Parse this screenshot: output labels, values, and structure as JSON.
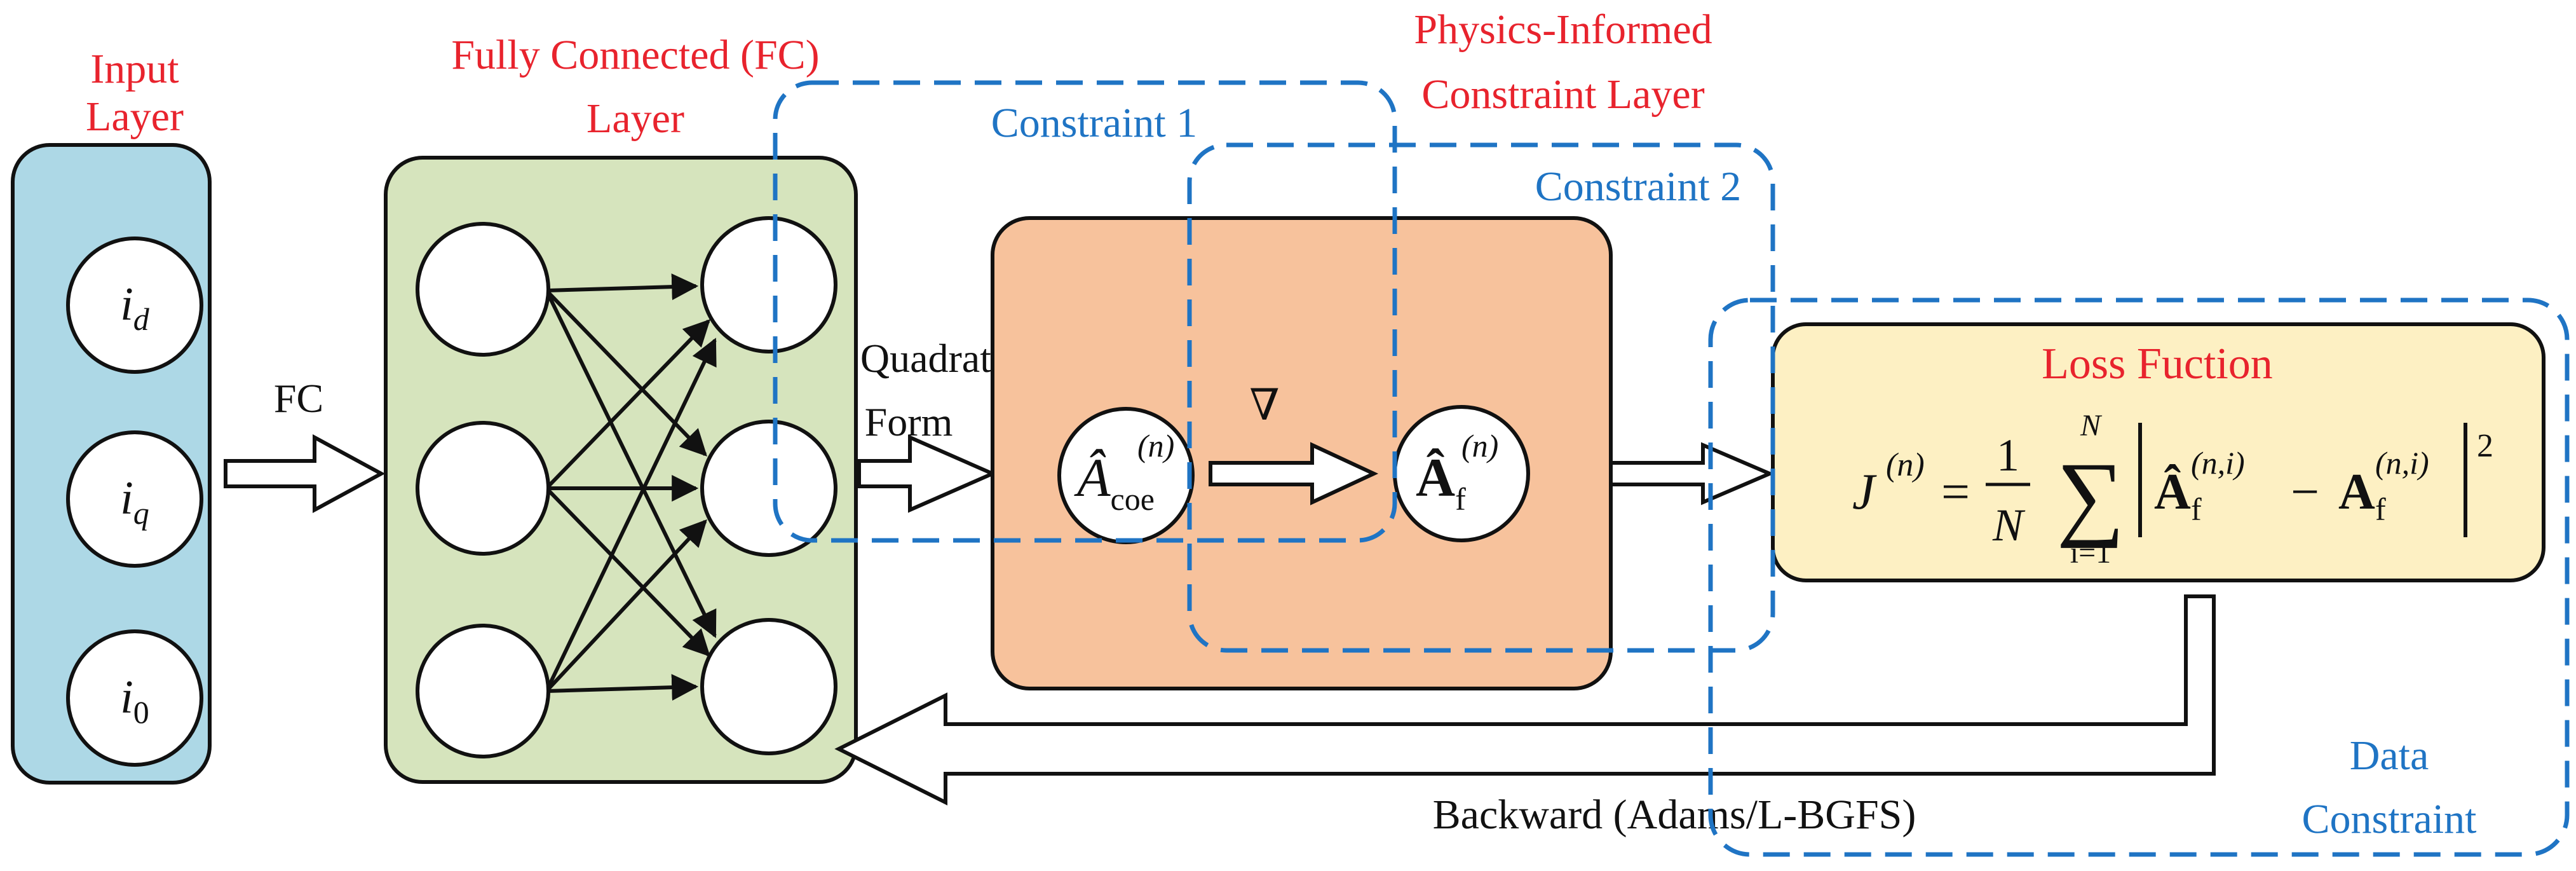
{
  "labels": {
    "input_layer_line1": "Input",
    "input_layer_line2": "Layer",
    "fc_layer_line1": "Fully Connected (FC)",
    "fc_layer_line2": "Layer",
    "physics_line1": "Physics-Informed",
    "physics_line2": "Constraint Layer",
    "constraint1": "Constraint 1",
    "constraint2": "Constraint 2",
    "data_constraint_line1": "Data",
    "data_constraint_line2": "Constraint",
    "fc_arrow": "FC",
    "quadratic_line1": "Quadratic",
    "quadratic_line2": "Form",
    "nabla": "∇",
    "loss_title": "Loss Fuction",
    "backward": "Backward (Adams/L-BGFS)"
  },
  "inputs": [
    {
      "var": "i",
      "sub": "d"
    },
    {
      "var": "i",
      "sub": "q"
    },
    {
      "var": "i",
      "sub": "0"
    }
  ],
  "node_a": {
    "sym": "Â",
    "sub": "coe",
    "sup": "(n)"
  },
  "node_f": {
    "sym": "Â",
    "sub": "f",
    "sup": "(n)"
  },
  "loss_formula": {
    "lhs": "J",
    "lhs_sup": "(n)",
    "eq": "=",
    "frac_num": "1",
    "frac_den": "N",
    "sigma": "∑",
    "sum_top": "N",
    "sum_bottom": "i=1",
    "term1": "Â",
    "term1_sub": "f",
    "term1_sup": "(n,i)",
    "minus": "−",
    "term2": "A",
    "term2_sub": "f",
    "term2_sup": "(n,i)",
    "power": "2"
  },
  "colors": {
    "input_fill": "#add8e6",
    "fc_fill": "#d6e4bd",
    "physics_fill": "#f7c29c",
    "loss_fill": "#fdf0c3",
    "dashed_blue": "#1f74c4",
    "title_red": "#e8232d"
  }
}
